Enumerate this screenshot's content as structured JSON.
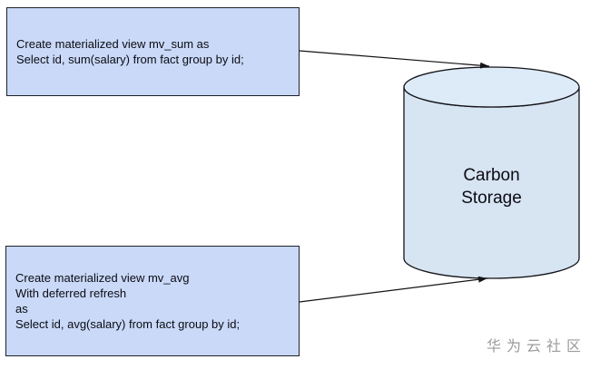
{
  "diagram": {
    "boxes": [
      {
        "id": "mv_sum",
        "lines": [
          "Create materialized view mv_sum as",
          "Select id, sum(salary) from fact group by id;"
        ]
      },
      {
        "id": "mv_avg",
        "lines": [
          "Create materialized view mv_avg",
          "With deferred refresh",
          "as",
          "Select id, avg(salary) from fact group by id;"
        ]
      }
    ],
    "cylinder": {
      "label": "Carbon Storage"
    },
    "watermark": "华为云社区",
    "colors": {
      "box_fill": "#c9d9f7",
      "box_border": "#20202a",
      "cylinder_fill": "#d7e4f2",
      "cylinder_top_fill": "#ddeaf7",
      "stroke": "#141419",
      "text": "#0b0b14",
      "watermark": "#9b9b9b",
      "bg": "#ffffff"
    }
  }
}
